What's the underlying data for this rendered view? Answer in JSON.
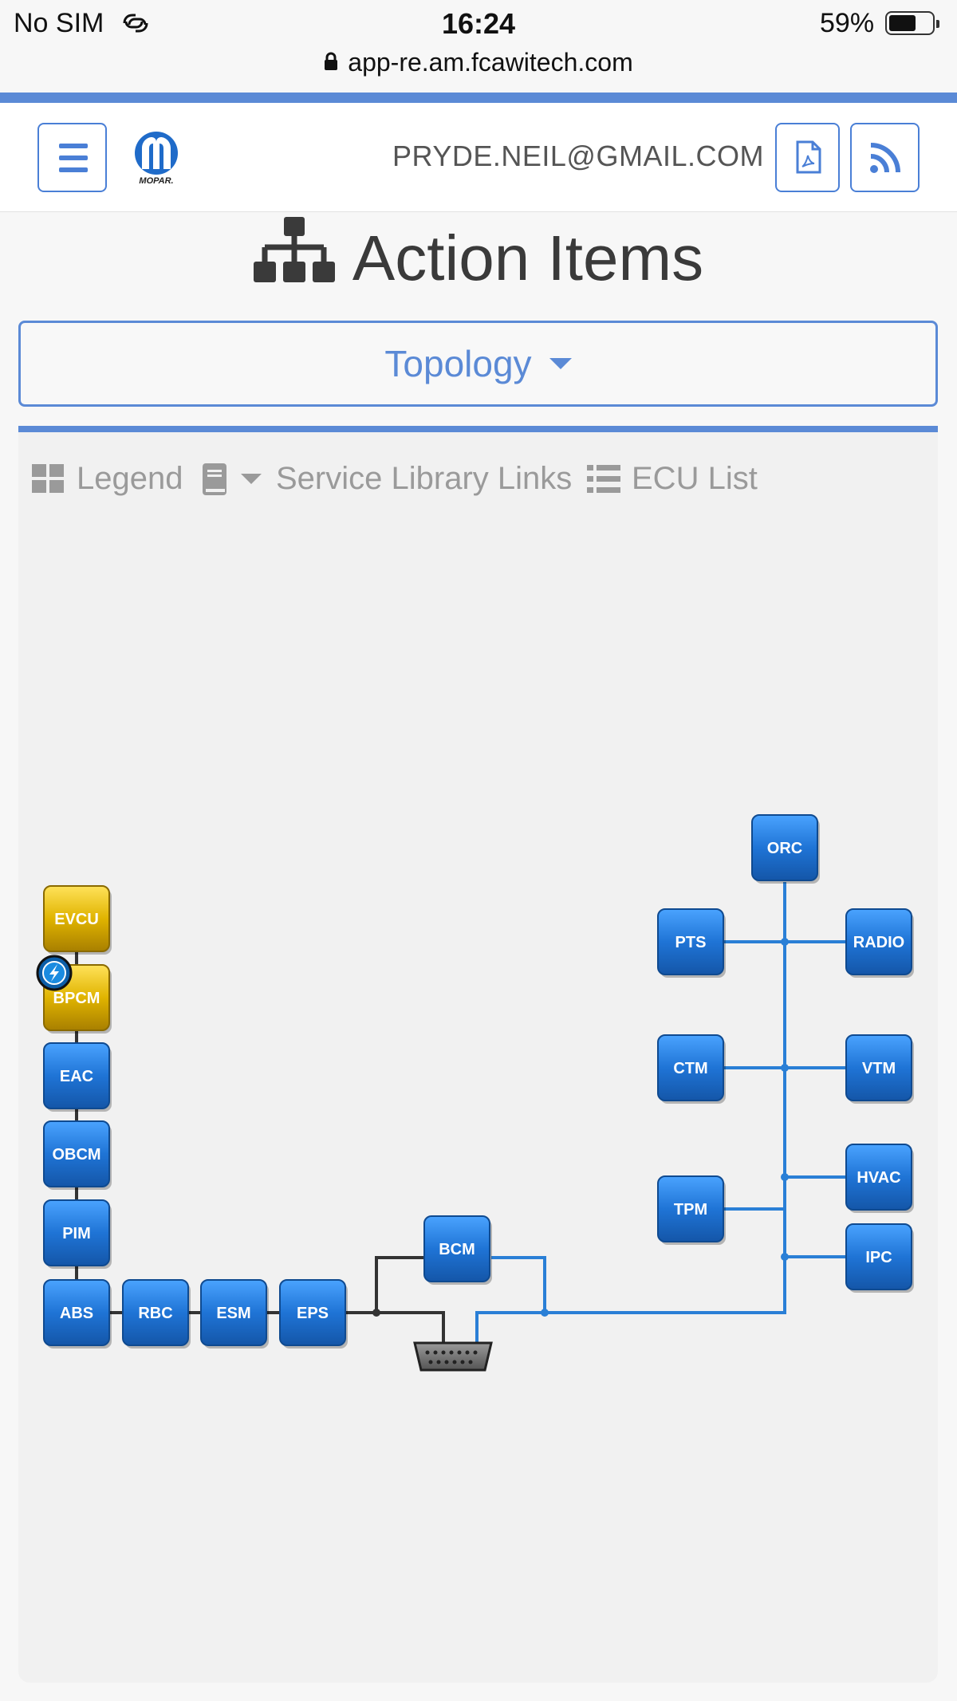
{
  "status_bar": {
    "carrier": "No SIM",
    "time": "16:24",
    "battery_pct": "59%"
  },
  "url_bar": {
    "url": "app-re.am.fcawitech.com"
  },
  "header": {
    "email": "PRYDE.NEIL@GMAIL.COM",
    "logo_text": "MOPAR.",
    "icons": [
      "hamburger-menu-icon",
      "pdf-file-icon",
      "rss-feed-icon"
    ]
  },
  "page": {
    "title": "Action Items"
  },
  "view_select": {
    "value": "Topology"
  },
  "toolbar": {
    "legend": "Legend",
    "service_library": "Service Library Links",
    "ecu_list": "ECU List"
  },
  "topology": {
    "modules": [
      {
        "id": "evcu",
        "label": "EVCU",
        "status": "warning"
      },
      {
        "id": "bpcm",
        "label": "BPCM",
        "status": "warning",
        "flash_badge": true
      },
      {
        "id": "eac",
        "label": "EAC",
        "status": "ok"
      },
      {
        "id": "obcm",
        "label": "OBCM",
        "status": "ok"
      },
      {
        "id": "pim",
        "label": "PIM",
        "status": "ok"
      },
      {
        "id": "abs",
        "label": "ABS",
        "status": "ok"
      },
      {
        "id": "rbc",
        "label": "RBC",
        "status": "ok"
      },
      {
        "id": "esm",
        "label": "ESM",
        "status": "ok"
      },
      {
        "id": "eps",
        "label": "EPS",
        "status": "ok"
      },
      {
        "id": "bcm",
        "label": "BCM",
        "status": "ok"
      },
      {
        "id": "orc",
        "label": "ORC",
        "status": "ok"
      },
      {
        "id": "pts",
        "label": "PTS",
        "status": "ok"
      },
      {
        "id": "radio",
        "label": "RADIO",
        "status": "ok"
      },
      {
        "id": "ctm",
        "label": "CTM",
        "status": "ok"
      },
      {
        "id": "vtm",
        "label": "VTM",
        "status": "ok"
      },
      {
        "id": "tpm",
        "label": "TPM",
        "status": "ok"
      },
      {
        "id": "hvac",
        "label": "HVAC",
        "status": "ok"
      },
      {
        "id": "ipc",
        "label": "IPC",
        "status": "ok"
      }
    ]
  },
  "colors": {
    "accent": "#5b8ad6",
    "module_ok": "#1f74d6",
    "module_warning": "#e0b400",
    "bus_black": "#333333",
    "bus_blue": "#2a7fd6"
  }
}
